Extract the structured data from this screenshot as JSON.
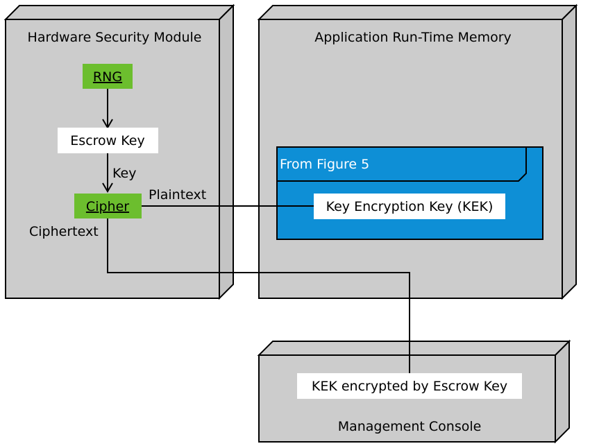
{
  "nodes": {
    "hsm": {
      "title": "Hardware Security Module"
    },
    "app_memory": {
      "title": "Application Run-Time Memory"
    },
    "console": {
      "title": "Management Console"
    }
  },
  "components": {
    "rng": "RNG",
    "escrow_key": "Escrow Key",
    "cipher": "Cipher",
    "fragment_label": "From Figure 5",
    "kek": "Key Encryption Key (KEK)",
    "kek_encrypted": "KEK encrypted by Escrow Key"
  },
  "edge_labels": {
    "key": "Key",
    "plaintext": "Plaintext",
    "ciphertext": "Ciphertext"
  },
  "colors": {
    "node_face": "#cccccc",
    "node_side": "#c4c4c4",
    "component_green": "#6cbe2e",
    "fragment_blue": "#0e8fd6",
    "label_white": "#ffffff"
  }
}
